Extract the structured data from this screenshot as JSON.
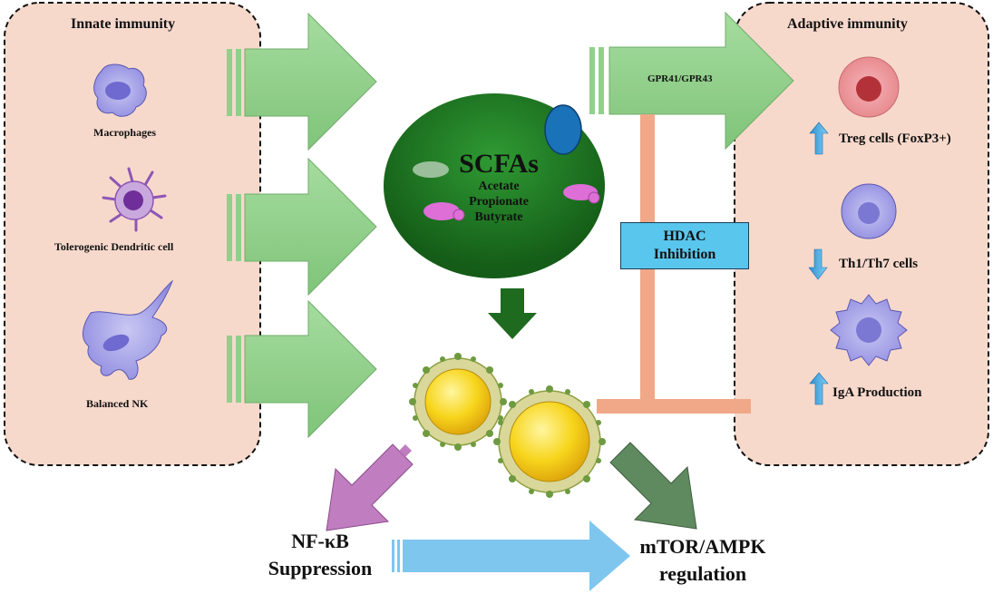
{
  "innate": {
    "title": "Innate immunity",
    "cells": [
      {
        "label": "Macrophages",
        "icon": "macrophage-icon"
      },
      {
        "label": "Tolerogenic Dendritic cell",
        "icon": "dendritic-cell-icon"
      },
      {
        "label": "Balanced NK",
        "icon": "nk-cell-icon"
      }
    ]
  },
  "adaptive": {
    "title": "Adaptive  immunity",
    "cells": [
      {
        "label": "Treg cells (FoxP3+)",
        "direction": "up",
        "icon": "treg-cell-icon"
      },
      {
        "label": "Th1/Th7 cells",
        "direction": "down",
        "icon": "th-cell-icon"
      },
      {
        "label": "IgA Production",
        "direction": "up",
        "icon": "b-cell-icon"
      }
    ]
  },
  "receptor_label": "GPR41/GPR43",
  "scfa": {
    "title": "SCFAs",
    "items": [
      "Acetate",
      "Propionate",
      "Butyrate"
    ]
  },
  "hdac": {
    "line1": "HDAC",
    "line2": "Inhibition"
  },
  "outcomes": {
    "nfkb": {
      "line1": "NF-κB",
      "line2": "Suppression"
    },
    "mtor": {
      "line1": "mTOR/AMPK",
      "line2": "regulation"
    }
  },
  "colors": {
    "panel_fill": "#f7d9cc",
    "green_arrow": "#8fd18a",
    "scfa_green": "#1f7a22",
    "hdac_blue": "#59c6ee",
    "inhibition_line": "#f0a888",
    "nfkb_arrow": "#c07ec0",
    "mtor_arrow": "#5f8a5f",
    "blue_arrow": "#7fc6ee"
  }
}
